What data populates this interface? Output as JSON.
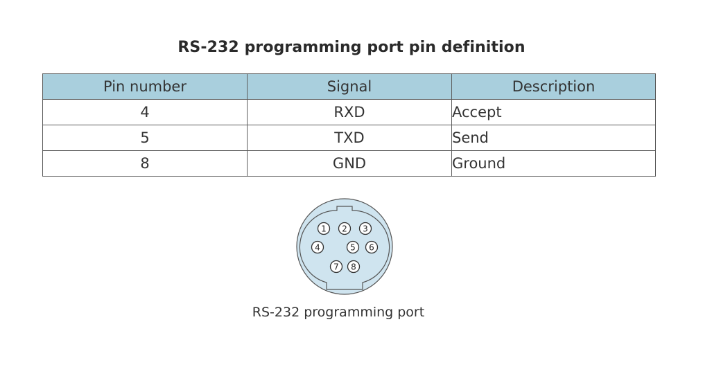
{
  "title": "RS-232 programming port pin definition",
  "table": {
    "headers": [
      "Pin number",
      "Signal",
      "Description"
    ],
    "rows": [
      [
        "4",
        "RXD",
        "Accept"
      ],
      [
        "5",
        "TXD",
        "Send"
      ],
      [
        "8",
        "GND",
        "Ground"
      ]
    ]
  },
  "connector": {
    "pins": [
      {
        "label": "1"
      },
      {
        "label": "2"
      },
      {
        "label": "3"
      },
      {
        "label": "4"
      },
      {
        "label": "5"
      },
      {
        "label": "6"
      },
      {
        "label": "7"
      },
      {
        "label": "8"
      }
    ],
    "caption": "RS-232 programming port"
  },
  "colors": {
    "header_bg": "#a9cfdd",
    "connector_fill": "#cfe4ef",
    "connector_stroke": "#555555"
  }
}
